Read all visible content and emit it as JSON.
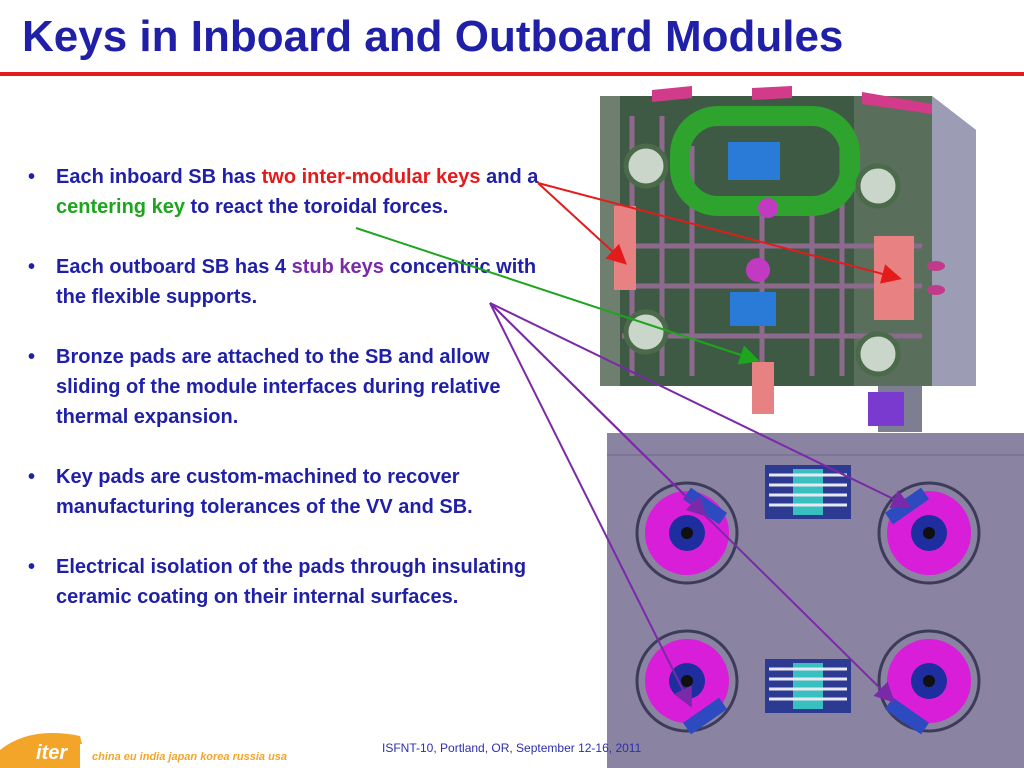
{
  "slide": {
    "title": "Keys in Inboard and Outboard Modules"
  },
  "bullets": [
    {
      "parts": [
        {
          "text": "Each inboard SB has ",
          "style": "normal"
        },
        {
          "text": "two inter-modular keys",
          "style": "red"
        },
        {
          "text": " and a ",
          "style": "normal"
        },
        {
          "text": "centering key",
          "style": "green"
        },
        {
          "text": " to react the toroidal forces.",
          "style": "normal"
        }
      ]
    },
    {
      "parts": [
        {
          "text": "Each outboard SB has 4 ",
          "style": "normal"
        },
        {
          "text": "stub keys",
          "style": "purple"
        },
        {
          "text": " concentric with the flexible supports.",
          "style": "normal"
        }
      ]
    },
    {
      "parts": [
        {
          "text": "Bronze pads are attached to the SB and allow sliding of the module interfaces during relative thermal expansion.",
          "style": "normal"
        }
      ]
    },
    {
      "parts": [
        {
          "text": "Key pads are custom-machined  to recover manufacturing tolerances of the VV and SB.",
          "style": "normal"
        }
      ]
    },
    {
      "parts": [
        {
          "text": "Electrical isolation of the pads through insulating ceramic coating on their internal surfaces.",
          "style": "normal"
        }
      ]
    }
  ],
  "footer": {
    "logo_text": "iter",
    "partners": "china eu india japan korea russia usa",
    "conference": "ISFNT-10, Portland, OR, September 12-16, 2011"
  },
  "colors": {
    "title": "#1f1fa8",
    "rule": "#e41b1b",
    "red_keys": "#e41b1b",
    "green_key": "#1ea51e",
    "purple_keys": "#7a2aa8"
  }
}
